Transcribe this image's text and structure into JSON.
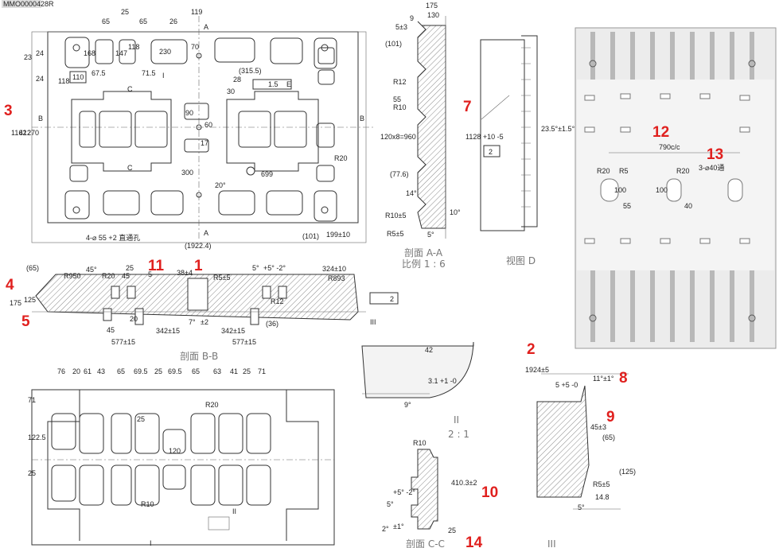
{
  "header": {
    "file_code": "MMO0000428R"
  },
  "plan_view": {
    "dims": [
      "25",
      "65",
      "65",
      "26",
      "119",
      "23",
      "24",
      "24",
      "168",
      "118",
      "147",
      "118",
      "230",
      "70",
      "67.5",
      "71.5",
      "110",
      "(315.5)",
      "28",
      "1.5",
      "E",
      "30",
      "1162",
      "412",
      "270",
      "90",
      "60",
      "300",
      "699",
      "R20",
      "4-⌀ 55 +2 直通孔",
      "(1922.4)",
      "199±10",
      "(101)",
      "20°",
      "17"
    ],
    "section_letters": [
      "A",
      "A",
      "B",
      "B",
      "C",
      "C",
      "I"
    ]
  },
  "section_aa": {
    "dims": [
      "175",
      "130",
      "5±3",
      "(101)",
      "R12",
      "55",
      "R10",
      "120x8=960",
      "(77.6)",
      "14°",
      "R10±5",
      "R5±5",
      "5°",
      "23.5°±1.5°",
      "1128 +10 -5",
      "10°",
      "9"
    ],
    "caption": "剖面 A-A",
    "scale": "比例 1 : 6"
  },
  "view_d": {
    "caption": "视图 D",
    "flag": "2"
  },
  "right_photo": {
    "dims": [
      "790c/c",
      "R20",
      "R5",
      "100",
      "R20",
      "100",
      "55",
      "40",
      "3-⌀40通"
    ]
  },
  "section_bb": {
    "dims": [
      "(65)",
      "45°",
      "R950",
      "R20",
      "45",
      "25",
      "5",
      "38±4",
      "R5±5",
      "5°",
      "+5° -2°",
      "324±10",
      "R893",
      "R12",
      "175",
      "125",
      "45",
      "20",
      "7°",
      "±2",
      "342±15",
      "342±15",
      "(36)",
      "577±15",
      "577±15"
    ],
    "caption": "剖面 B-B",
    "flag": "2",
    "roman": "III"
  },
  "section_cc": {
    "dims": [
      "76",
      "20",
      "61",
      "43",
      "65",
      "69.5",
      "25",
      "69.5",
      "65",
      "63",
      "41",
      "25",
      "71",
      "71",
      "R20",
      "25",
      "122.5",
      "120",
      "25",
      "R10",
      "R10",
      "410.3±2",
      "2°",
      "±1°",
      "5°",
      "+5° -2°",
      "25"
    ],
    "caption": "剖面 C-C",
    "roman": [
      "I",
      "II"
    ]
  },
  "detail_ii": {
    "dims": [
      "42",
      "3.1 +1 -0",
      "9°"
    ],
    "caption": "II",
    "scale": "2 : 1"
  },
  "detail_iii": {
    "dims": [
      "1924±5",
      "5 +5 -0",
      "11°±1°",
      "45±3",
      "(65)",
      "(125)",
      "R5±5",
      "14.8",
      "5°"
    ],
    "caption": "III"
  },
  "markers": [
    "1",
    "2",
    "3",
    "4",
    "5",
    "7",
    "8",
    "9",
    "10",
    "11",
    "12",
    "13",
    "14"
  ]
}
